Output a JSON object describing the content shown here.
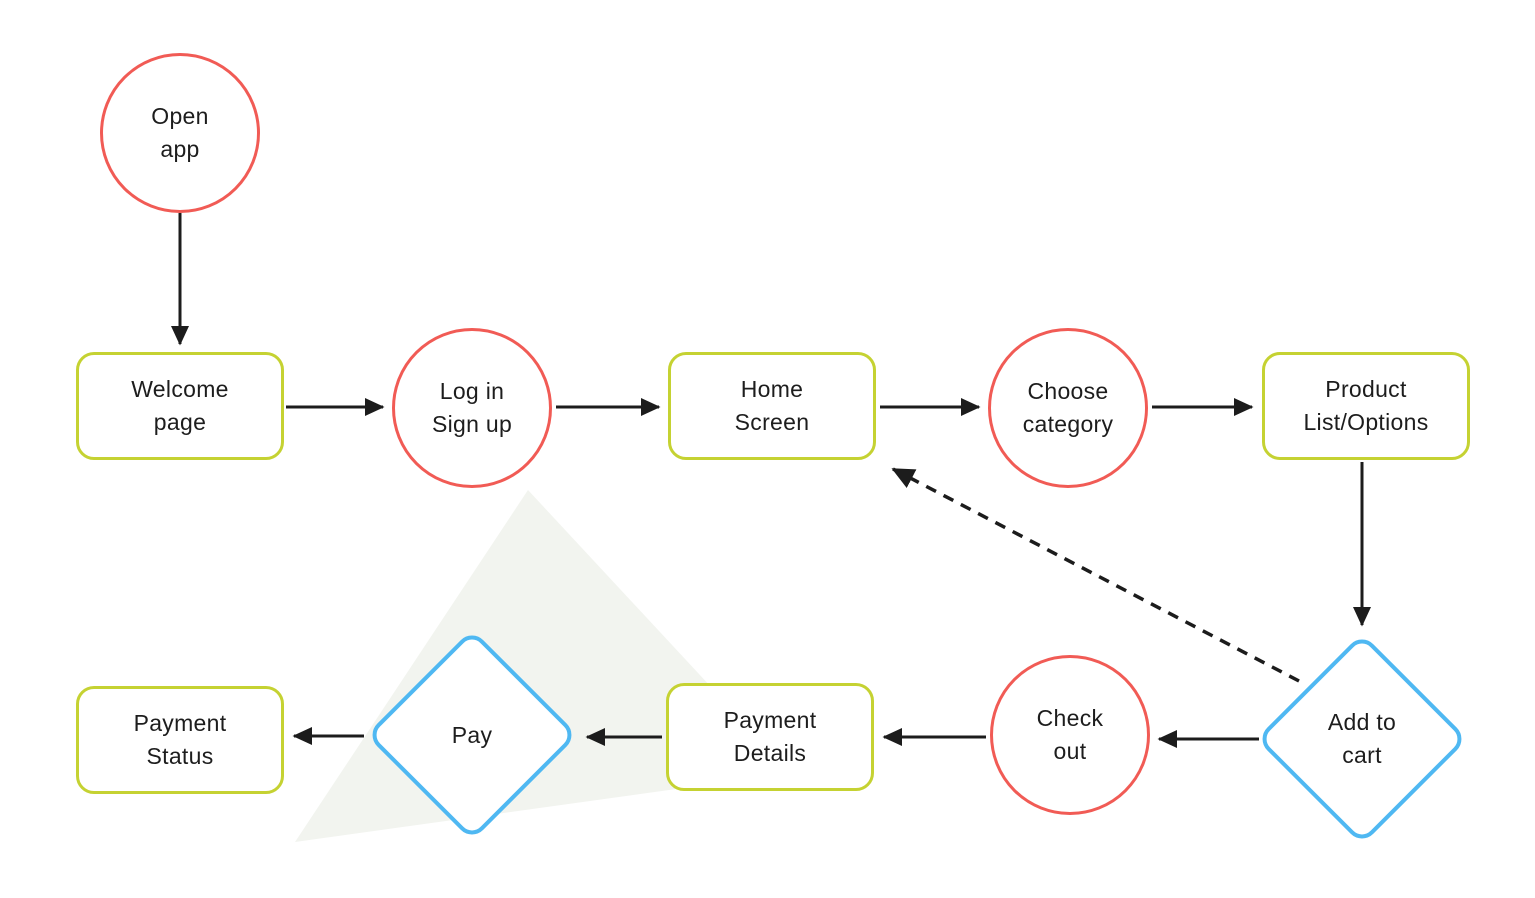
{
  "diagram": {
    "type": "flowchart",
    "background": "#ffffff",
    "colors": {
      "circle_stroke": "#F15B55",
      "rect_stroke": "#C5D232",
      "diamond_stroke": "#4FB8F2",
      "arrow": "#1C1C1C",
      "text": "#1D1D1D",
      "watermark_triangle": "#F2F4EF"
    },
    "nodes": [
      {
        "id": "open-app",
        "shape": "circle",
        "label": [
          "Open",
          "app"
        ]
      },
      {
        "id": "welcome-page",
        "shape": "rect",
        "label": [
          "Welcome",
          "page"
        ]
      },
      {
        "id": "login-signup",
        "shape": "circle",
        "label": [
          "Log in",
          "Sign up"
        ]
      },
      {
        "id": "home-screen",
        "shape": "rect",
        "label": [
          "Home",
          "Screen"
        ]
      },
      {
        "id": "choose-category",
        "shape": "circle",
        "label": [
          "Choose",
          "category"
        ]
      },
      {
        "id": "product-list",
        "shape": "rect",
        "label": [
          "Product",
          "List/Options"
        ]
      },
      {
        "id": "add-to-cart",
        "shape": "diamond",
        "label": [
          "Add to",
          "cart"
        ]
      },
      {
        "id": "check-out",
        "shape": "circle",
        "label": [
          "Check",
          "out"
        ]
      },
      {
        "id": "payment-details",
        "shape": "rect",
        "label": [
          "Payment",
          "Details"
        ]
      },
      {
        "id": "pay",
        "shape": "diamond",
        "label": [
          "Pay"
        ]
      },
      {
        "id": "payment-status",
        "shape": "rect",
        "label": [
          "Payment",
          "Status"
        ]
      }
    ],
    "edges": [
      {
        "from": "open-app",
        "to": "welcome-page",
        "style": "solid"
      },
      {
        "from": "welcome-page",
        "to": "login-signup",
        "style": "solid"
      },
      {
        "from": "login-signup",
        "to": "home-screen",
        "style": "solid"
      },
      {
        "from": "home-screen",
        "to": "choose-category",
        "style": "solid"
      },
      {
        "from": "choose-category",
        "to": "product-list",
        "style": "solid"
      },
      {
        "from": "product-list",
        "to": "add-to-cart",
        "style": "solid"
      },
      {
        "from": "add-to-cart",
        "to": "check-out",
        "style": "solid"
      },
      {
        "from": "check-out",
        "to": "payment-details",
        "style": "solid"
      },
      {
        "from": "payment-details",
        "to": "pay",
        "style": "solid"
      },
      {
        "from": "pay",
        "to": "payment-status",
        "style": "solid"
      },
      {
        "from": "add-to-cart",
        "to": "home-screen",
        "style": "dashed"
      }
    ]
  }
}
